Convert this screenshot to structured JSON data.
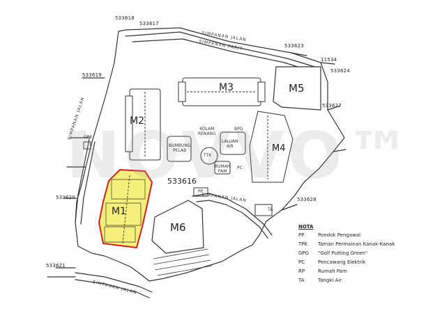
{
  "watermark": "NOVVO™",
  "lots": {
    "l533618": "533618",
    "l533617": "533617",
    "l533619": "533619",
    "l533620": "533620",
    "l533621": "533621",
    "l533623": "533623",
    "l533624": "533624",
    "l533627": "533627",
    "l533628": "533628",
    "l533616": "533616",
    "l11534": "11534"
  },
  "roads": {
    "top": "SIMPANAN JALAN",
    "top2": "SIMPANAN PARIT",
    "left": "SIMPANAN JALAN",
    "bottom": "SIMPANAN JALAN",
    "inner": "SIMPANAN JALAN"
  },
  "blocks": {
    "m1": "M1",
    "m2": "M2",
    "m3": "M3",
    "m4": "M4",
    "m5": "M5",
    "m6": "M6"
  },
  "features": {
    "kolam": "KOLAM\nRENANG",
    "bumbung": "BUMBUNG\nPELAB",
    "jalan_air": "LALUAN\nAIR",
    "ttk": "TTK",
    "bpg": "BPG",
    "gpp": "GPP",
    "pp": "PP",
    "ta": "TA",
    "pc": "PC",
    "rp": "RUMAH\nPAM"
  },
  "legend": {
    "title": "NOTA",
    "items": [
      {
        "code": "PP",
        "desc": "Pondok Pengawal"
      },
      {
        "code": "TPK",
        "desc": "Taman Permainan Kanak-Kanak"
      },
      {
        "code": "GPG",
        "desc": "\"Golf Putting Green\""
      },
      {
        "code": "PC",
        "desc": "Pencawang Elektrik"
      },
      {
        "code": "RP",
        "desc": "Rumah Pam"
      },
      {
        "code": "TA",
        "desc": "Tangki Air"
      }
    ]
  },
  "colors": {
    "highlight_fill": "#f4f07a",
    "highlight_border": "#d42020",
    "ink": "#222222"
  }
}
